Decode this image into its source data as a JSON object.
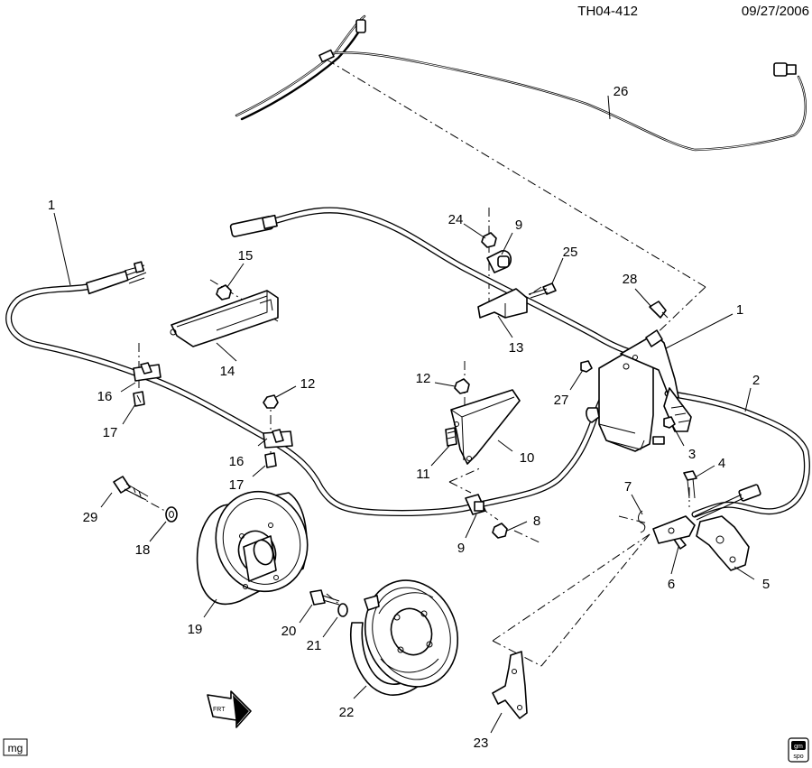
{
  "header": {
    "doc_id": "TH04-412",
    "date": "09/27/2006"
  },
  "footer": {
    "left_tag": "mg",
    "logo_line1": "gm",
    "logo_line2": "spo"
  },
  "callouts": {
    "c1a": "1",
    "c1b": "1",
    "c2": "2",
    "c3": "3",
    "c4": "4",
    "c5": "5",
    "c6": "6",
    "c7": "7",
    "c8": "8",
    "c9a": "9",
    "c9b": "9",
    "c10": "10",
    "c11": "11",
    "c12a": "12",
    "c12b": "12",
    "c13": "13",
    "c14": "14",
    "c15": "15",
    "c16a": "16",
    "c16b": "16",
    "c17a": "17",
    "c17b": "17",
    "c18": "18",
    "c19": "19",
    "c20": "20",
    "c21": "21",
    "c22": "22",
    "c23": "23",
    "c24": "24",
    "c25": "25",
    "c26": "26",
    "c27": "27",
    "c28": "28",
    "c29": "29"
  },
  "front_arrow": {
    "text": "FRT"
  }
}
